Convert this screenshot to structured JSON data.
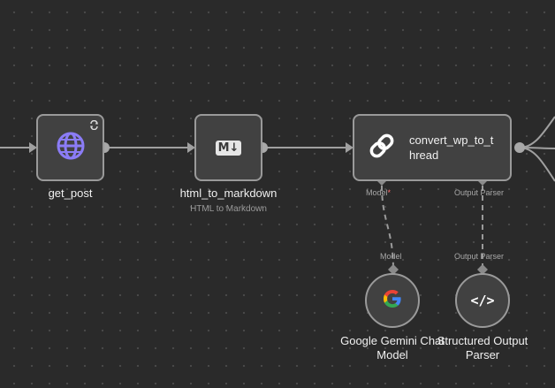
{
  "nodes": {
    "get_post": {
      "name": "get_post",
      "icon": "globe-icon"
    },
    "html_to_markdown": {
      "name": "html_to_markdown",
      "subtitle": "HTML to Markdown",
      "icon_text": "M↓"
    },
    "convert": {
      "name_line1": "convert_wp_to_t",
      "name_line2": "hread",
      "icon": "link-icon"
    },
    "gemini": {
      "name_line1": "Google Gemini Chat",
      "name_line2": "Model",
      "icon_text": "G"
    },
    "parser": {
      "name_line1": "Structured Output",
      "name_line2": "Parser",
      "icon_text": "</>"
    }
  },
  "ports": {
    "model_out": "Model",
    "model_required": "*",
    "parser_out": "Output Parser",
    "model_in": "Model",
    "parser_in": "Output Parser"
  },
  "colors": {
    "globe": "#8b7cf6",
    "canvas": "#2a2a2a",
    "node": "#414141",
    "google_blue": "#4285F4",
    "google_red": "#EA4335",
    "google_yellow": "#FBBC05",
    "google_green": "#34A853"
  }
}
